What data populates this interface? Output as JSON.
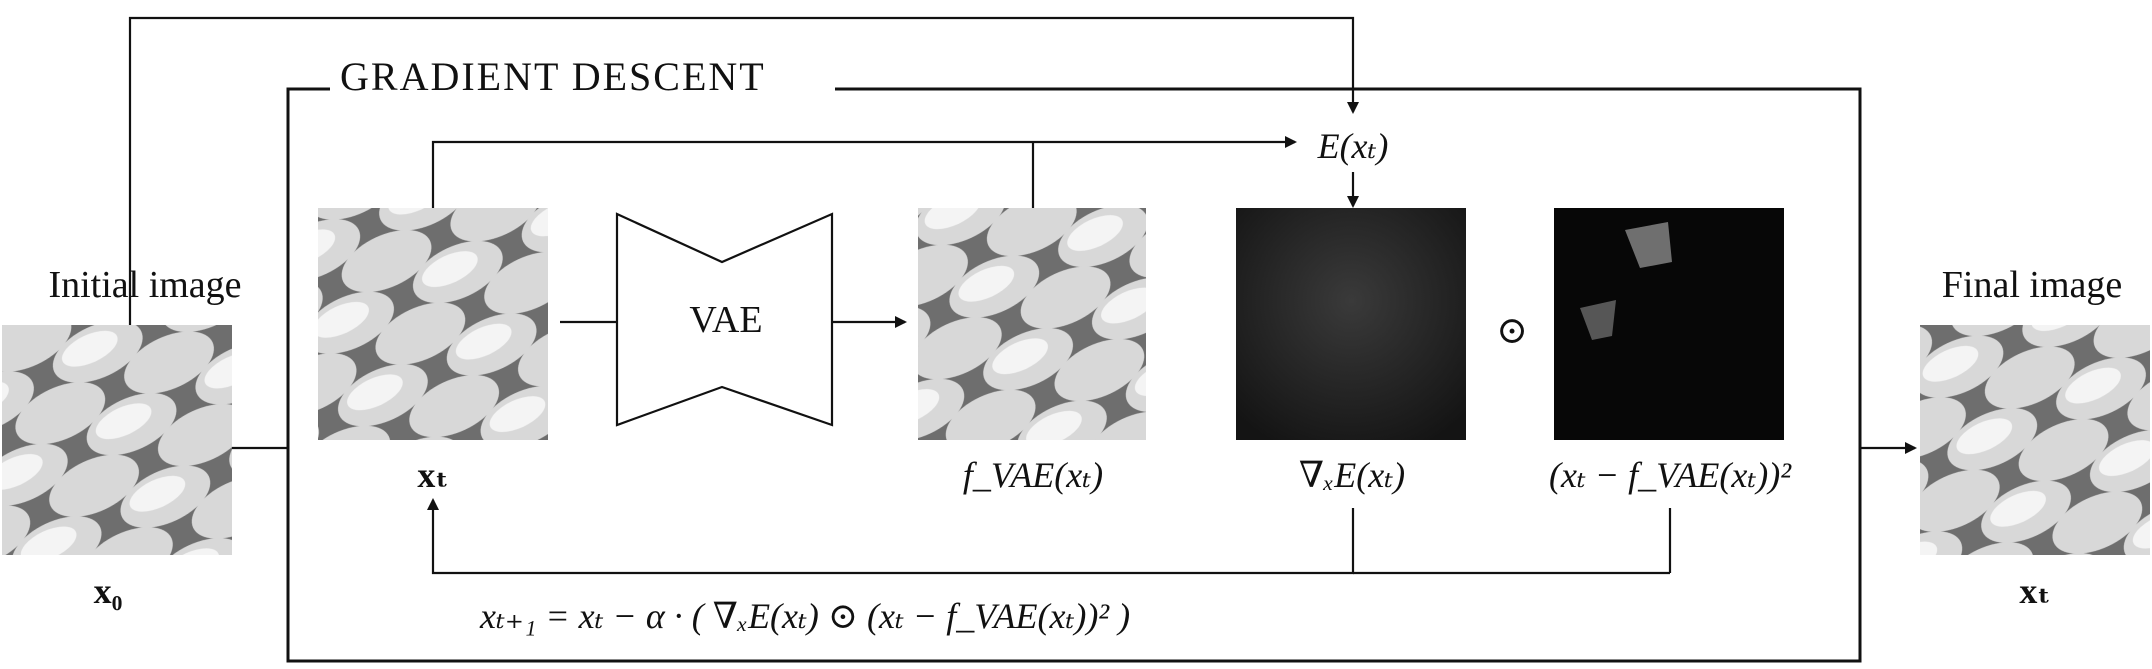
{
  "diagram": {
    "title": "GRADIENT DESCENT",
    "initial_label": "Initial image",
    "final_label": "Final image",
    "vae_label": "VAE",
    "x0_label": "x₀",
    "xt_label": "xₜ",
    "xt_final_label": "xₜ",
    "fvae_label": "f_VAE(xₜ)",
    "grad_label": "∇ₓE(xₜ)",
    "sqdiff_label": "(xₜ − f_VAE(xₜ))²",
    "energy_label": "E(xₜ)",
    "odot": "⊙",
    "update_rule": "xₜ₊₁ = xₜ − α · ( ∇ₓE(xₜ) ⊙ (xₜ − f_VAE(xₜ))² )"
  }
}
